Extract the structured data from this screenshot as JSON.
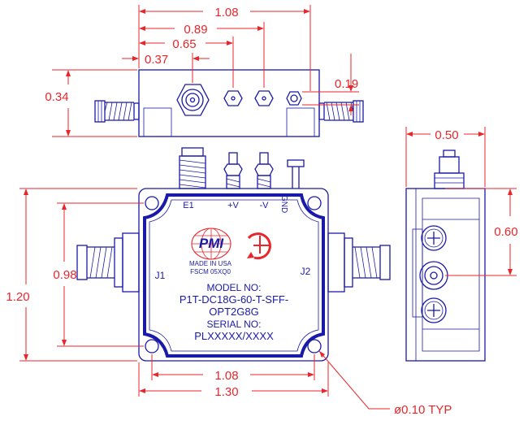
{
  "dimensions": {
    "top_overall": "1.08",
    "top_d2": "0.89",
    "top_d3": "0.65",
    "top_d4": "0.37",
    "top_height": "0.34",
    "top_pin": "0.19",
    "front_height": "1.20",
    "front_holes_v": "0.98",
    "front_holes_h": "1.08",
    "front_width": "1.30",
    "hole_note": "ø0.10 TYP",
    "side_depth": "0.50",
    "side_ports": "0.60"
  },
  "terminals": {
    "e1": "E1",
    "plus_v": "+V",
    "minus_v": "-V",
    "gnd": "GND",
    "j1": "J1",
    "j2": "J2"
  },
  "label": {
    "logo": "PMI",
    "made_in": "MADE IN USA",
    "fscm": "FSCM 05XQ0",
    "model_title": "MODEL NO:",
    "model_line1": "P1T-DC18G-60-T-SFF-",
    "model_line2": "OPT2G8G",
    "serial_title": "SERIAL NO:",
    "serial_value": "PLXXXXX/XXXX"
  },
  "colors": {
    "outline": "#1a1aa8",
    "dimension": "#e8262b"
  }
}
